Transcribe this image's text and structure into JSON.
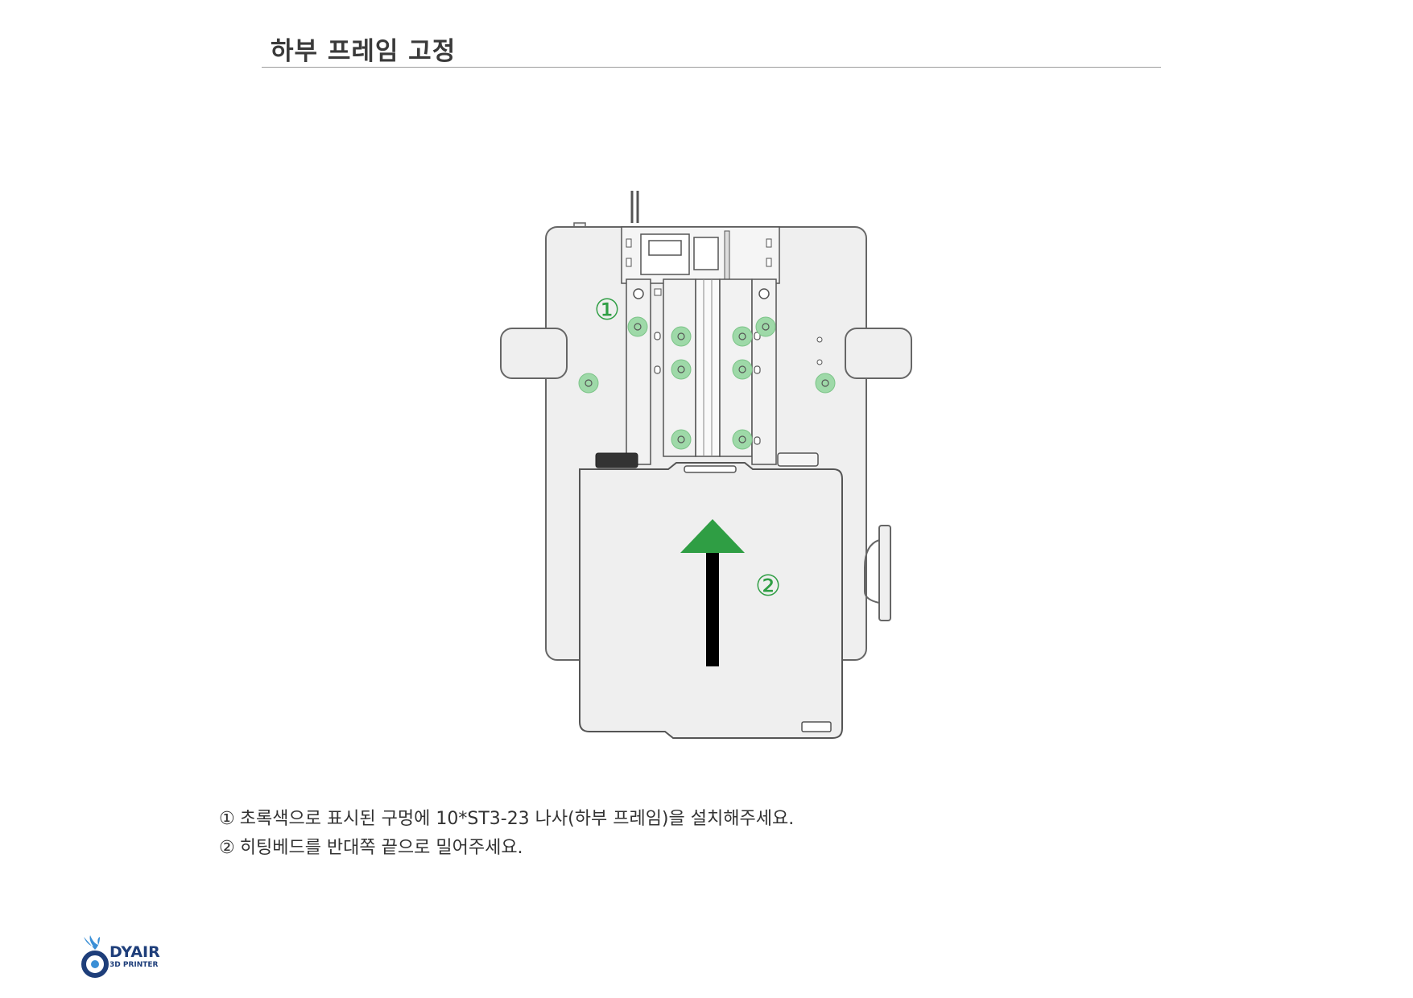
{
  "header": {
    "title": "하부 프레임 고정"
  },
  "diagram": {
    "callout_1": "①",
    "callout_2": "②",
    "accent_green": "#2f9e44",
    "marker_green": "#9ed9a8",
    "arrow_color": "#000000"
  },
  "instructions": {
    "steps": [
      {
        "num": "①",
        "text": "초록색으로 표시된 구멍에 10*ST3-23 나사(하부 프레임)을 설치해주세요."
      },
      {
        "num": "②",
        "text": "히팅베드를 반대쪽 끝으로 밀어주세요."
      }
    ]
  },
  "logo": {
    "name": "DYAIR",
    "subtitle": "3D PRINTER",
    "icon": "dyair-logo-icon",
    "brand_color": "#1e3e7a"
  }
}
